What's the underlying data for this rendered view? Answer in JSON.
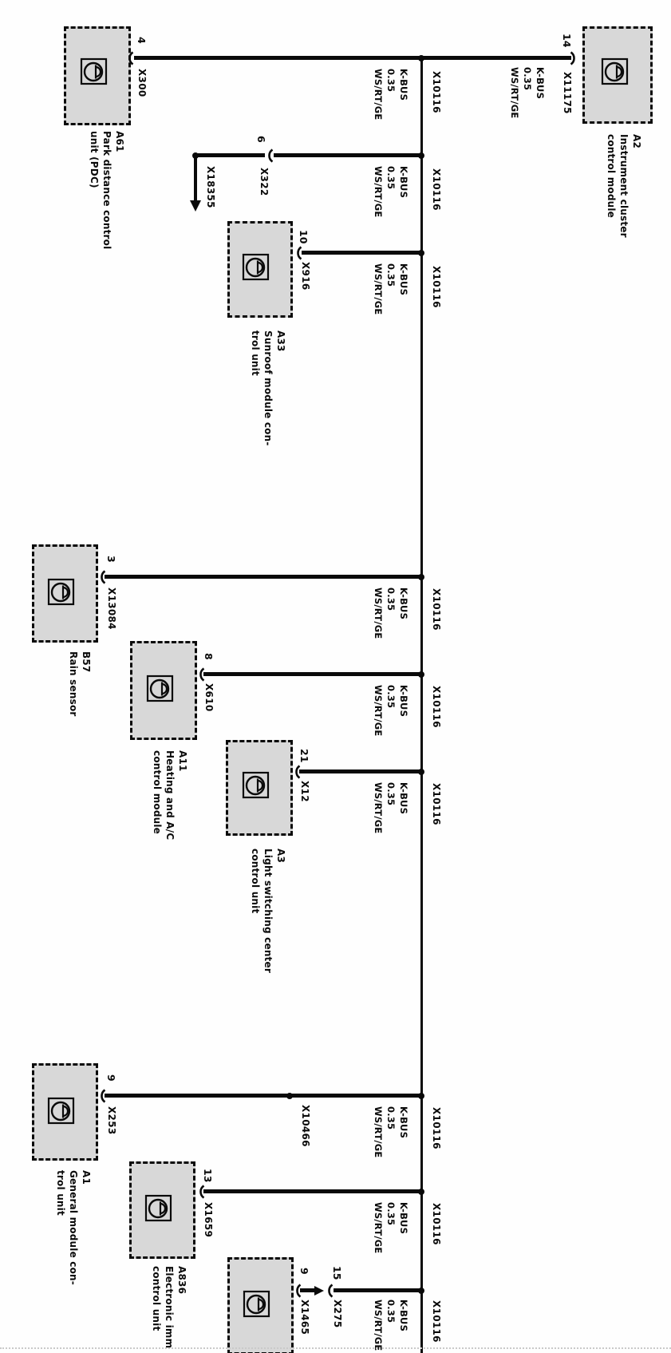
{
  "diagram_type": "wiring-schematic",
  "bus": {
    "name": "K-BUS",
    "connector": "X10116"
  },
  "wire_spec": {
    "l1": "K-BUS",
    "l2": "0.35",
    "l3": "WS/RT/GE"
  },
  "splice": {
    "label": "X10466"
  },
  "branch": {
    "pin": "6",
    "connector": "X322",
    "arrow_target": "X18355"
  },
  "inline_connector": {
    "pin": "15",
    "label": "X275"
  },
  "components": [
    {
      "id": "A61",
      "name": [
        "Park distance control",
        "unit (PDC)"
      ],
      "pin": "4",
      "connector": "X300"
    },
    {
      "id": "A2",
      "name": [
        "Instrument cluster",
        "control module"
      ],
      "pin": "14",
      "connector": "X11175"
    },
    {
      "id": "A33",
      "name": [
        "Sunroof module con-",
        "trol unit"
      ],
      "pin": "10",
      "connector": "X916"
    },
    {
      "id": "B57",
      "name": [
        "Rain sensor",
        ""
      ],
      "pin": "3",
      "connector": "X13084"
    },
    {
      "id": "A11",
      "name": [
        "Heating and A/C",
        "control module"
      ],
      "pin": "8",
      "connector": "X610"
    },
    {
      "id": "A3",
      "name": [
        "Light switching center",
        "control unit"
      ],
      "pin": "21",
      "connector": "X12"
    },
    {
      "id": "A1",
      "name": [
        "General module con-",
        "trol unit"
      ],
      "pin": "9",
      "connector": "X253"
    },
    {
      "id": "A836",
      "name": [
        "Electronic imm",
        "control unit"
      ],
      "pin": "13",
      "connector": "X1659"
    },
    {
      "id": "",
      "name": [
        "",
        ""
      ],
      "pin": "9",
      "connector": "X1465"
    }
  ],
  "colors": {
    "line": "#0a0a0a",
    "box_fill": "#d8d8d8",
    "page_edge": "#c9c9c9"
  }
}
